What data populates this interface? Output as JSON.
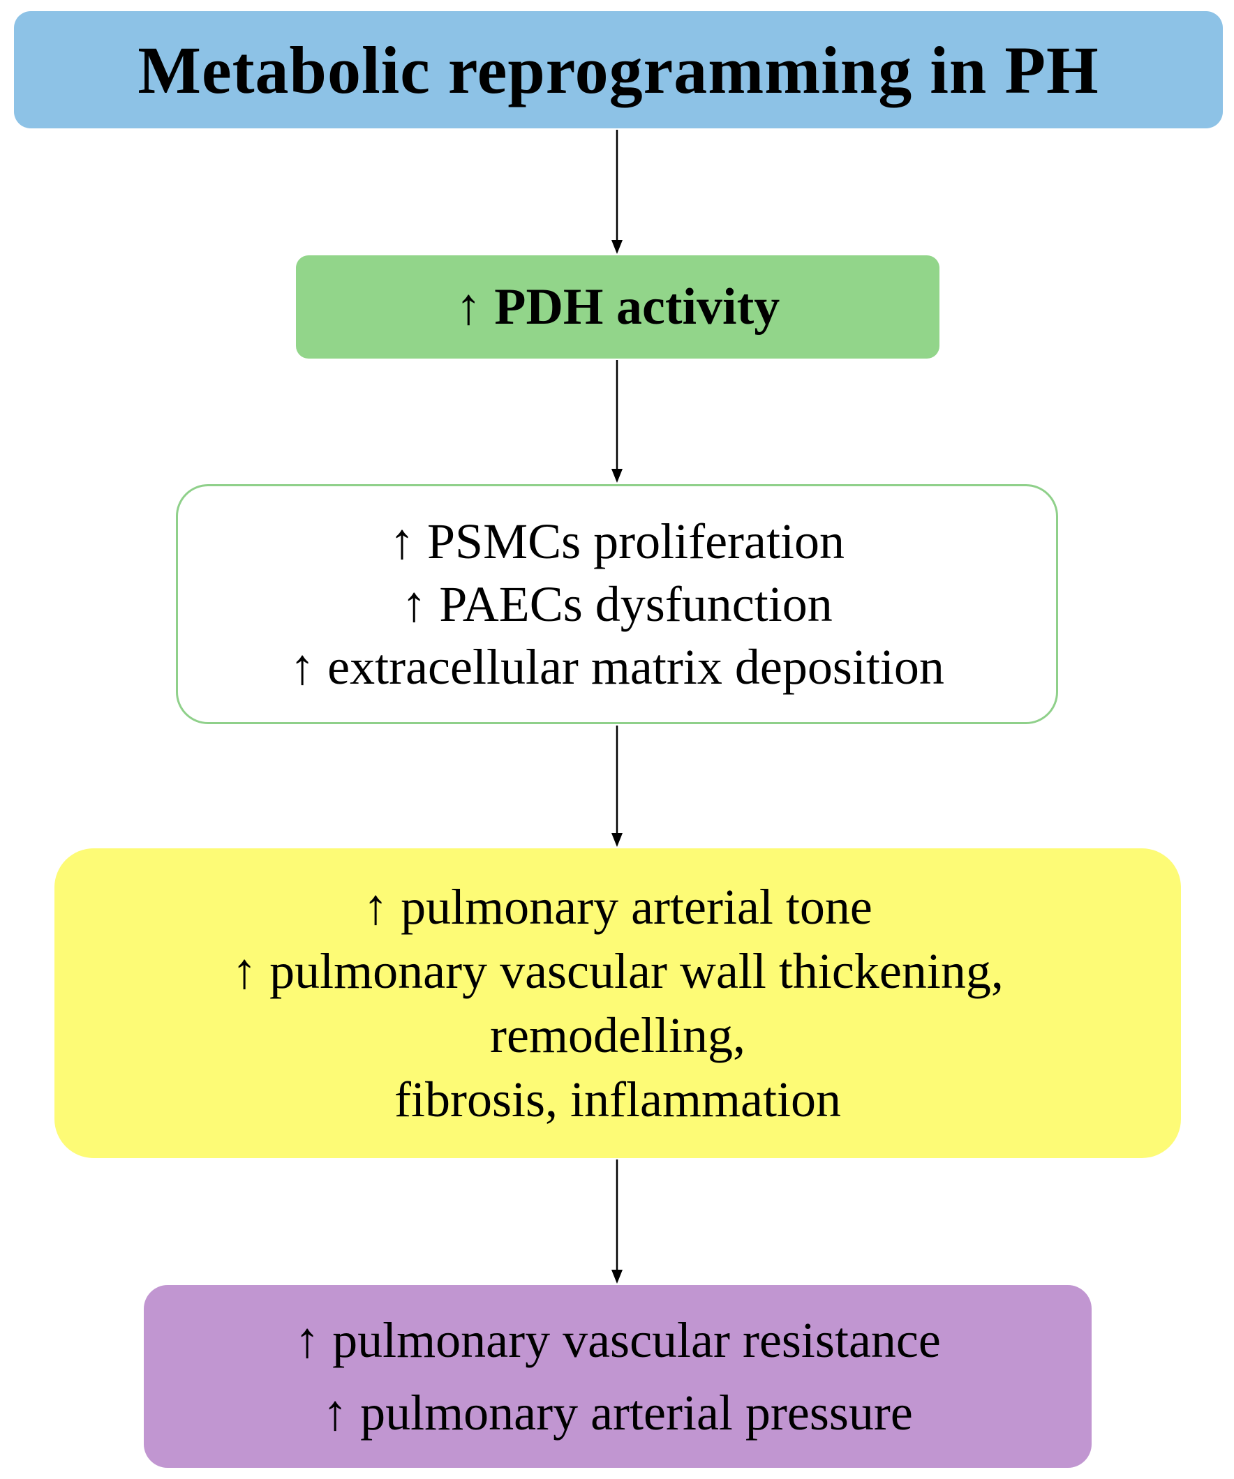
{
  "colors": {
    "title_box": "#8dc2e6",
    "pdh_box": "#92d58a",
    "cells_border": "#8fd08a",
    "vascular_box": "#fdfb76",
    "outcome_box": "#c196d1",
    "arrow": "#000000"
  },
  "boxes": {
    "title": {
      "text": "Metabolic reprogramming in PH"
    },
    "pdh": {
      "text": "↑ PDH activity"
    },
    "cells": {
      "lines": [
        "↑ PSMCs proliferation",
        "↑ PAECs dysfunction",
        "↑ extracellular matrix deposition"
      ]
    },
    "vascular": {
      "lines": [
        "↑ pulmonary arterial tone",
        "↑ pulmonary vascular wall thickening,",
        "remodelling,",
        "fibrosis, inflammation"
      ]
    },
    "outcome": {
      "lines": [
        "↑ pulmonary vascular resistance",
        "↑ pulmonary arterial pressure"
      ]
    }
  }
}
